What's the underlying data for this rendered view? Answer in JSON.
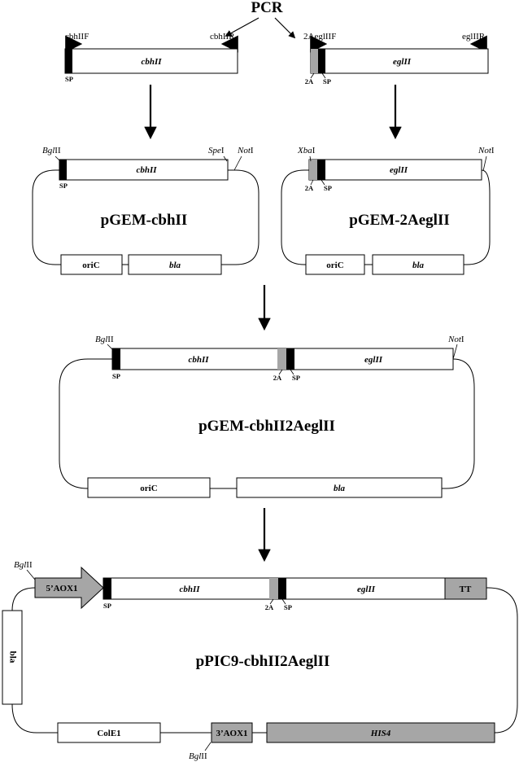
{
  "pcr_label": "PCR",
  "primers": {
    "cbh_fwd": "cbhIIF",
    "cbh_rev": "cbhIIR",
    "egl_fwd": "2AeglIIF",
    "egl_rev": "eglIIR"
  },
  "genes": {
    "cbh": "cbhII",
    "egl": "eglII"
  },
  "elements": {
    "sp": "SP",
    "two_a": "2A",
    "oric": "oriC",
    "bla": "bla",
    "aox5": "5’AOX1",
    "aox3": "3’AOX1",
    "tt": "TT",
    "cole1": "ColE1",
    "his4": "HIS4"
  },
  "sites": {
    "bgl_prefix": "Bgl",
    "bgl_suffix": "II",
    "spe_prefix": "Spe",
    "spe_suffix": "I",
    "not_prefix": "Not",
    "not_suffix": "I",
    "xba_prefix": "Xba",
    "xba_suffix": "I"
  },
  "plasmids": {
    "p1": "pGEM-cbhII",
    "p2": "pGEM-2AeglII",
    "p3": "pGEM-cbhII2AeglII",
    "p4": "pPIC9-cbhII2AeglII"
  },
  "colors": {
    "black_segment": "#000000",
    "grey_segment": "#a6a6a6",
    "box_fill": "#ffffff",
    "line": "#000000"
  }
}
